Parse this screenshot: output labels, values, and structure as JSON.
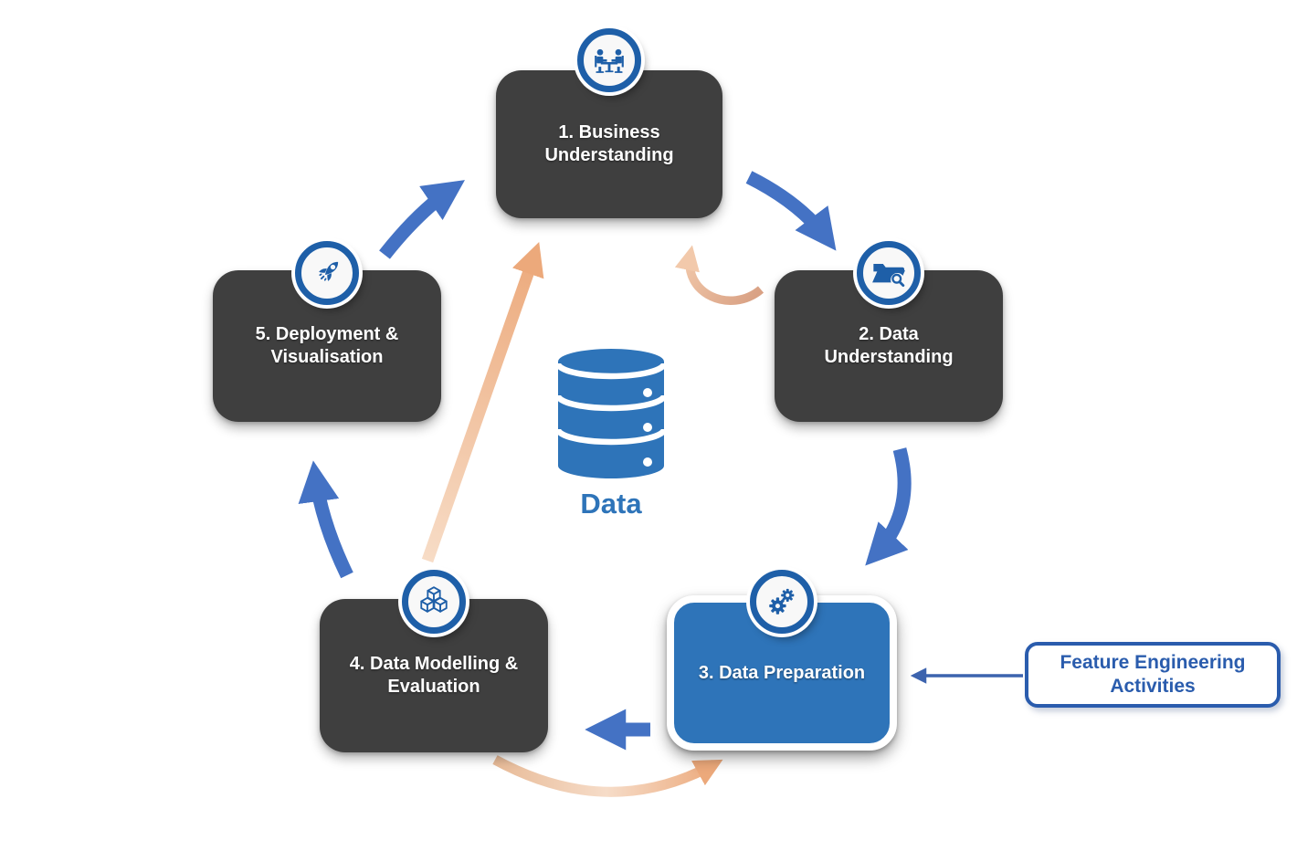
{
  "stages": [
    {
      "label": "1. Business Understanding",
      "icon": "meeting-icon",
      "variant": "dark"
    },
    {
      "label": "2. Data Understanding",
      "icon": "folder-search-icon",
      "variant": "dark"
    },
    {
      "label": "3. Data Preparation",
      "icon": "gears-icon",
      "variant": "blue-highlight"
    },
    {
      "label": "4. Data Modelling & Evaluation",
      "icon": "cubes-icon",
      "variant": "dark"
    },
    {
      "label": "5. Deployment & Visualisation",
      "icon": "rocket-icon",
      "variant": "dark"
    }
  ],
  "center": {
    "label": "Data",
    "icon": "database-icon"
  },
  "callout": {
    "label": "Feature Engineering Activities",
    "points_to": "3. Data Preparation"
  },
  "flow_arrows": [
    {
      "from": "1. Business Understanding",
      "to": "2. Data Understanding",
      "style": "thick-blue"
    },
    {
      "from": "2. Data Understanding",
      "to": "3. Data Preparation",
      "style": "thick-blue"
    },
    {
      "from": "3. Data Preparation",
      "to": "4. Data Modelling & Evaluation",
      "style": "thick-blue"
    },
    {
      "from": "4. Data Modelling & Evaluation",
      "to": "5. Deployment & Visualisation",
      "style": "thick-blue"
    },
    {
      "from": "5. Deployment & Visualisation",
      "to": "1. Business Understanding",
      "style": "thick-blue"
    },
    {
      "from": "2. Data Understanding",
      "to": "1. Business Understanding",
      "style": "feedback-tan"
    },
    {
      "from": "4. Data Modelling & Evaluation",
      "to": "3. Data Preparation",
      "style": "feedback-tan"
    },
    {
      "from": "4. Data Modelling & Evaluation",
      "to": "1. Business Understanding",
      "style": "feedback-tan"
    },
    {
      "from": "Feature Engineering Activities",
      "to": "3. Data Preparation",
      "style": "thin-blue"
    }
  ],
  "colors": {
    "dark_box": "#3F3F3F",
    "highlight_box_blue": "#2E74B9",
    "arrow_blue": "#4472C4",
    "feedback_tan": "#EFAF82",
    "badge_ring_blue": "#1E5FA8",
    "callout_blue": "#2A5CAD",
    "background": "#FFFFFF"
  }
}
